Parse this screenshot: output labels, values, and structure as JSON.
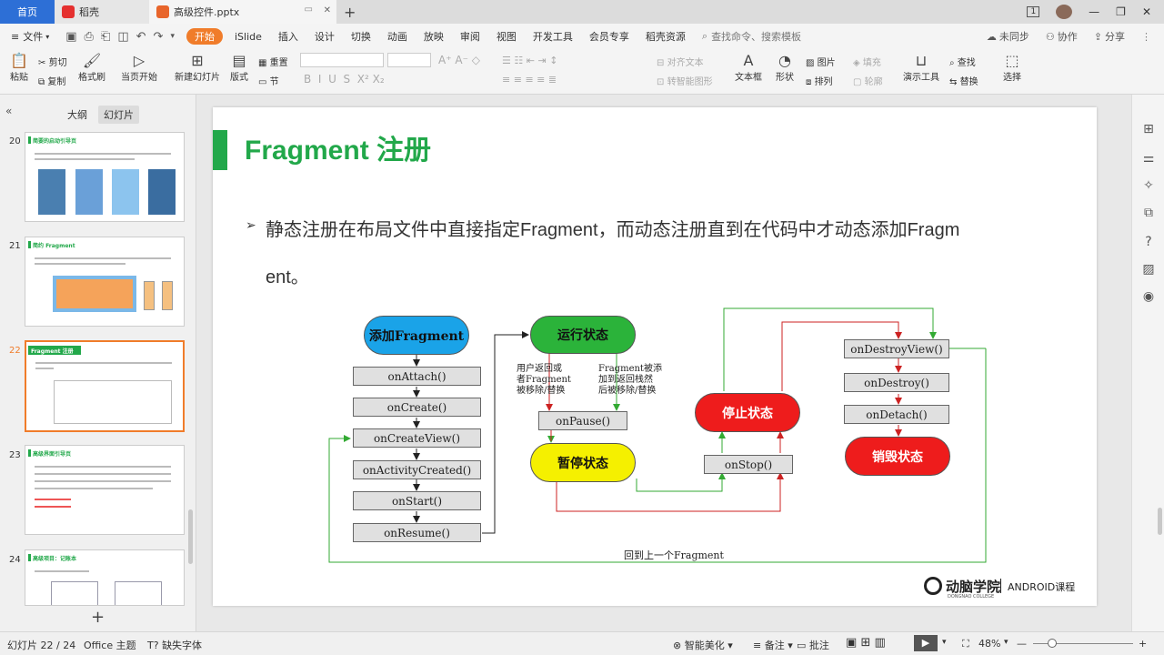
{
  "tabs": {
    "home": "首页",
    "tab2": "稻壳",
    "tab3": "高级控件.pptx",
    "new_tab": "+"
  },
  "window": {
    "badge": "1"
  },
  "menu": {
    "file": "文件",
    "items": [
      "开始",
      "iSlide",
      "插入",
      "设计",
      "切换",
      "动画",
      "放映",
      "审阅",
      "视图",
      "开发工具",
      "会员专享",
      "稻壳资源"
    ],
    "search_placeholder": "查找命令、搜索模板",
    "right": [
      "未同步",
      "协作",
      "分享"
    ]
  },
  "ribbon": {
    "paste": "粘贴",
    "cut": "剪切",
    "copy": "复制",
    "format_painter": "格式刷",
    "from_current": "当页开始",
    "new_slide": "新建幻灯片",
    "layout": "版式",
    "reset": "重置",
    "section": "节",
    "align_text": "对齐文本",
    "smart_art": "转智能图形",
    "textbox": "文本框",
    "shape": "形状",
    "picture": "图片",
    "fill": "填充",
    "arrange": "排列",
    "outline": "轮廓",
    "present_tools": "演示工具",
    "find": "查找",
    "replace": "替换",
    "select": "选择"
  },
  "left_panel": {
    "tab_outline": "大纲",
    "tab_slides": "幻灯片",
    "slides": [
      {
        "num": "20",
        "title": "简要的启动引导页"
      },
      {
        "num": "21",
        "title": "简约 Fragment"
      },
      {
        "num": "22",
        "title": "Fragment 注册"
      },
      {
        "num": "23",
        "title": "高级界面引导页"
      },
      {
        "num": "24",
        "title": "高级项目：记账本"
      }
    ],
    "add": "+"
  },
  "slide": {
    "title": "Fragment 注册",
    "bullet_line1": "静态注册在布局文件中直接指定Fragment，而动态注册直到在代码中才动态添加Fragm",
    "bullet_line2": "ent。",
    "logo_text": "动脑学院",
    "logo_sub": "DONGNAO COLLEGE",
    "course": "ANDROID课程",
    "diagram": {
      "add_fragment": "添加Fragment",
      "running": "运行状态",
      "paused": "暂停状态",
      "stopped": "停止状态",
      "destroyed": "销毁状态",
      "lifecycle": [
        "onAttach()",
        "onCreate()",
        "onCreateView()",
        "onActivityCreated()",
        "onStart()",
        "onResume()"
      ],
      "on_pause": "onPause()",
      "on_stop": "onStop()",
      "destroy_chain": [
        "onDestroyView()",
        "onDestroy()",
        "onDetach()"
      ],
      "note_left": [
        "用户返回或",
        "者Fragment",
        "被移除/替换"
      ],
      "note_right": [
        "Fragment被添",
        "加到返回栈然",
        "后被移除/替换"
      ],
      "back_label": "回到上一个Fragment"
    }
  },
  "status": {
    "slide_info": "幻灯片 22 / 24",
    "theme": "Office 主题",
    "missing_font": "缺失字体",
    "beautify": "智能美化",
    "notes": "备注",
    "comments": "批注",
    "zoom": "48%"
  },
  "colors": {
    "accent": "#f07c2a",
    "title_green": "#22a84a",
    "blue_oval": "#1aa3e8",
    "green_oval": "#2bb33a",
    "yellow_oval": "#f5f000",
    "red_oval": "#ee1c1c"
  }
}
